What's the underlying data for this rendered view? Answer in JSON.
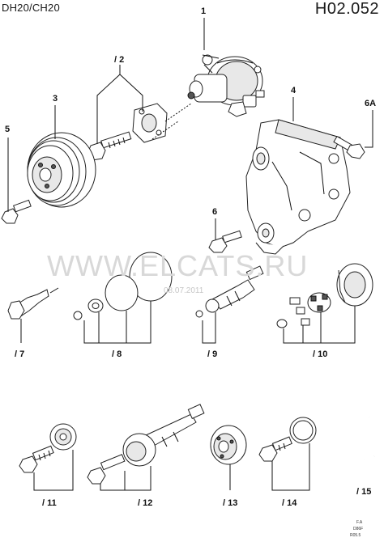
{
  "header": {
    "model": "DH20/CH20",
    "code": "H02.052"
  },
  "watermark": {
    "site": "WWW.ELCATS.RU",
    "date": "08.07.2011"
  },
  "callouts": {
    "c1": "1",
    "c2": "/ 2",
    "c3": "3",
    "c4": "4",
    "c5": "5",
    "c6": "6",
    "c6a": "6A",
    "c7": "/ 7",
    "c8": "/ 8",
    "c9": "/ 9",
    "c10": "/ 10",
    "c11": "/ 11",
    "c12": "/ 12",
    "c13": "/ 13",
    "c14": "/ 14",
    "c15": "/ 15"
  },
  "footer_code": [
    "F.A",
    "D86F",
    "R05.5"
  ]
}
